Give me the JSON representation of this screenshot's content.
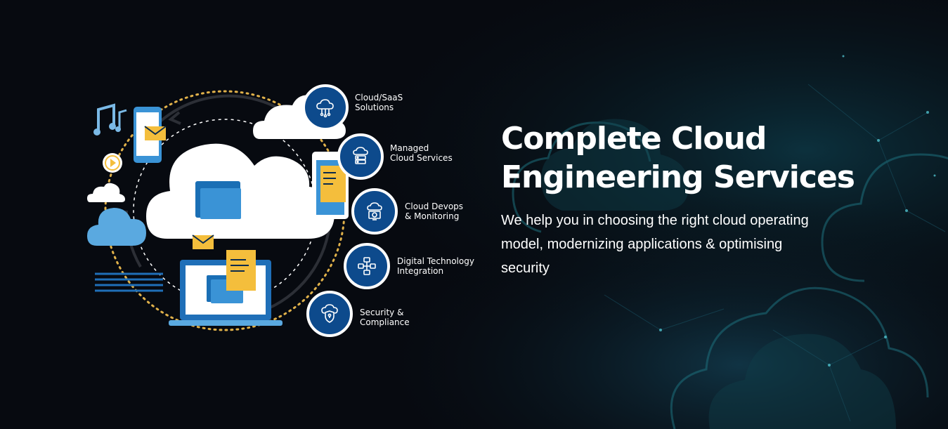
{
  "hero": {
    "title_line1": "Complete Cloud",
    "title_line2": "Engineering Services",
    "subtitle_line1": "We help you in choosing the right cloud operating",
    "subtitle_line2": "model, modernizing applications & optimising",
    "subtitle_line3": "security"
  },
  "services": [
    {
      "line1": "Cloud/SaaS",
      "line2": "Solutions",
      "icon": "cloud-network-icon"
    },
    {
      "line1": "Managed",
      "line2": "Cloud Services",
      "icon": "server-stack-icon"
    },
    {
      "line1": "Cloud Devops",
      "line2": "& Monitoring",
      "icon": "devops-gear-icon"
    },
    {
      "line1": "Digital Technology",
      "line2": "Integration",
      "icon": "integration-network-icon"
    },
    {
      "line1": "Security &",
      "line2": "Compliance",
      "icon": "shield-cloud-icon"
    }
  ],
  "colors": {
    "background": "#070a10",
    "badge_blue": "#0d4a8c",
    "cloud_white": "#ffffff",
    "accent_blue": "#2f8fd8",
    "folder_blue": "#3a93d6",
    "envelope_yellow": "#f4be3c",
    "dotted_orbit": "#e0b14a",
    "teal_glow": "#1fb6c2"
  }
}
